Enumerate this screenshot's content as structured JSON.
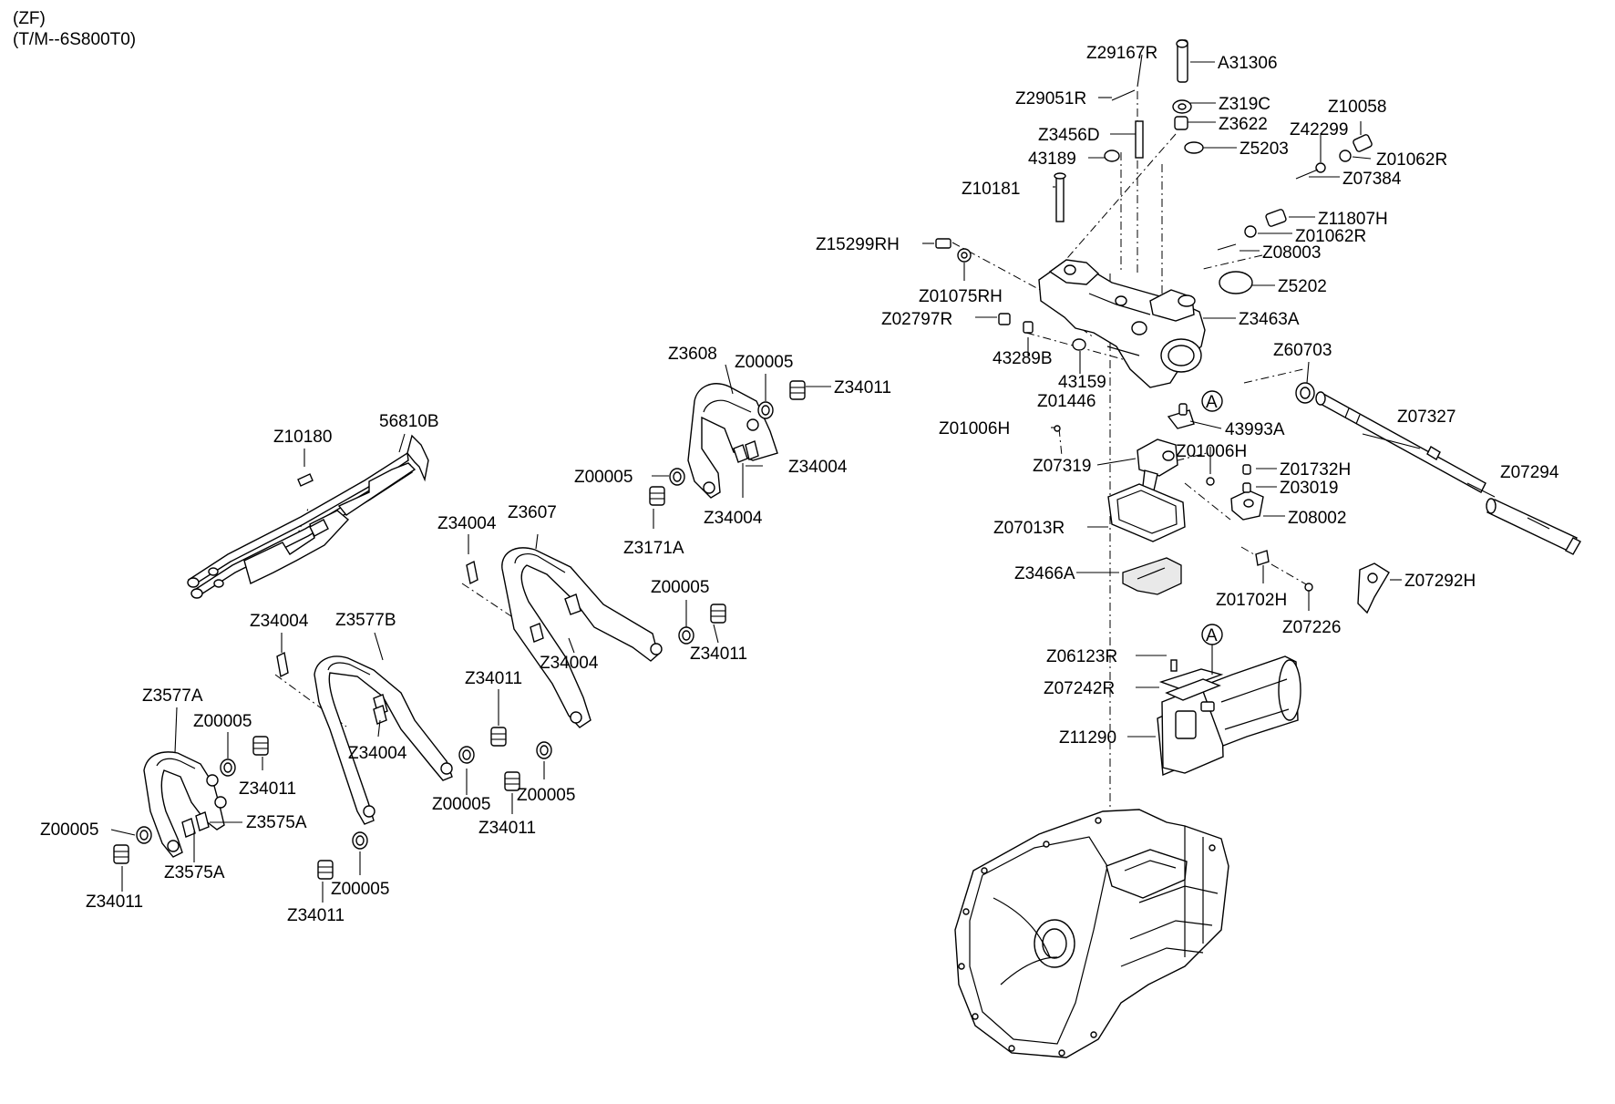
{
  "header": {
    "line1": "(ZF)",
    "line2": "(T/M--6S800T0)"
  },
  "callout_marker": "A",
  "labels": {
    "z29167r": "Z29167R",
    "a31306": "A31306",
    "z29051r": "Z29051R",
    "z319c": "Z319C",
    "z10058": "Z10058",
    "z3622": "Z3622",
    "z3456d": "Z3456D",
    "z42299": "Z42299",
    "z5203": "Z5203",
    "n43189": "43189",
    "z01062r_top": "Z01062R",
    "z07384": "Z07384",
    "z10181": "Z10181",
    "z11807h": "Z11807H",
    "z01062r_mid": "Z01062R",
    "z15299rh": "Z15299RH",
    "z08003": "Z08003",
    "z5202": "Z5202",
    "z01075rh": "Z01075RH",
    "z02797r": "Z02797R",
    "z3463a": "Z3463A",
    "n43289b": "43289B",
    "z60703": "Z60703",
    "n43159": "43159",
    "z01446": "Z01446",
    "z07327": "Z07327",
    "z01006h_left": "Z01006H",
    "n43993a": "43993A",
    "z07319": "Z07319",
    "z01006h_right": "Z01006H",
    "z01732h": "Z01732H",
    "z07294": "Z07294",
    "z03019": "Z03019",
    "z08002": "Z08002",
    "z07013r": "Z07013R",
    "z3466a": "Z3466A",
    "z07292h": "Z07292H",
    "z01702h": "Z01702H",
    "z07226": "Z07226",
    "z06123r": "Z06123R",
    "z07242r": "Z07242R",
    "z11290": "Z11290",
    "z3608": "Z3608",
    "z00005_a": "Z00005",
    "z34011_a": "Z34011",
    "z00005_b": "Z00005",
    "z34004_a": "Z34004",
    "z34004_b": "Z34004",
    "z3171a": "Z3171A",
    "n56810b": "56810B",
    "z10180": "Z10180",
    "z34004_c": "Z34004",
    "z3607": "Z3607",
    "z00005_c": "Z00005",
    "z34011_b": "Z34011",
    "z34004_d": "Z34004",
    "z34004_e": "Z34004",
    "z3577b": "Z3577B",
    "z34011_c": "Z34011",
    "z34004_f": "Z34004",
    "z3577a": "Z3577A",
    "z00005_d": "Z00005",
    "z34011_d": "Z34011",
    "z00005_e": "Z00005",
    "z00005_f": "Z00005",
    "z34011_e": "Z34011",
    "z00005_g": "Z00005",
    "z3575a_a": "Z3575A",
    "z3575a_b": "Z3575A",
    "z34011_f": "Z34011",
    "z00005_h": "Z00005",
    "z34011_g": "Z34011"
  }
}
